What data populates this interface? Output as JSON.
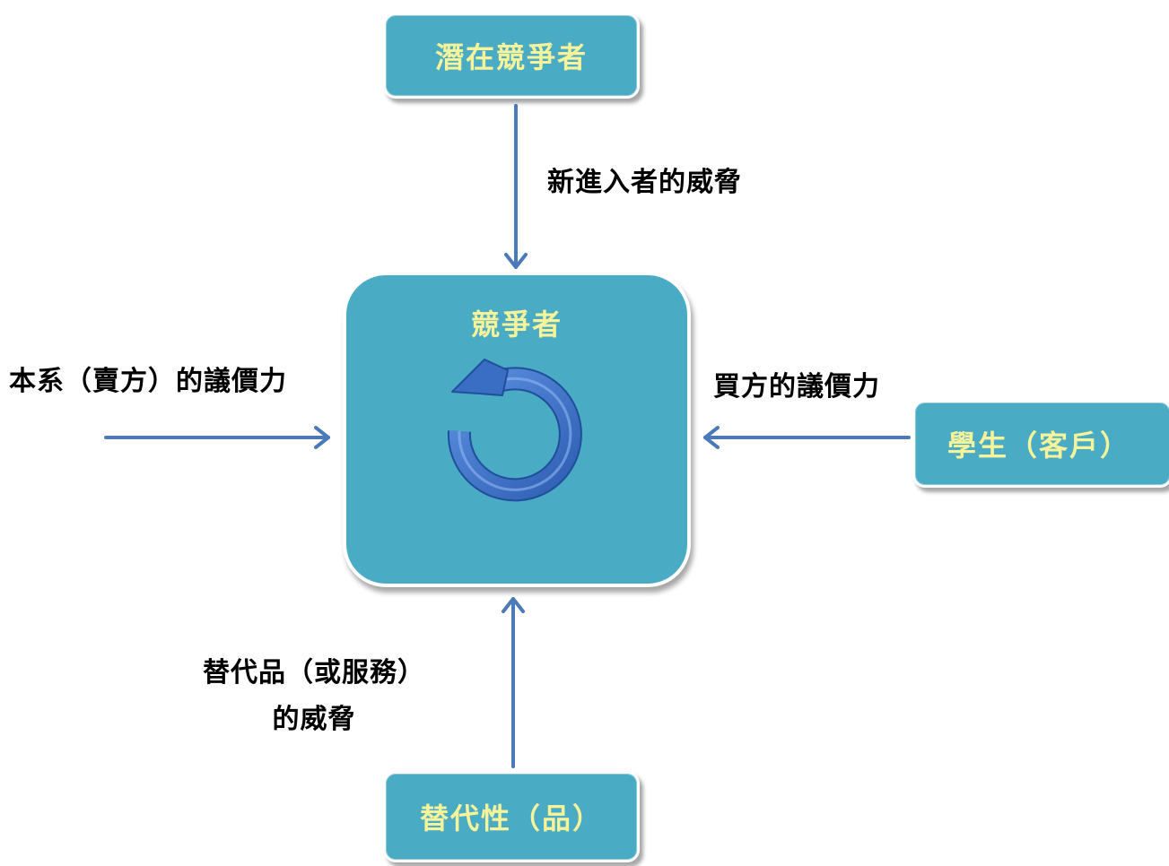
{
  "nodes": {
    "top": "潛在競爭者",
    "center": "競爭者",
    "right": "學生（客戶）",
    "bottom": "替代性（品）"
  },
  "edges": {
    "top": "新進入者的威脅",
    "left": "本系（賣方）的議價力",
    "right": "買方的議價力",
    "bottom_line1": "替代品（或服務）",
    "bottom_line2": "的威脅"
  },
  "colors": {
    "box_fill": "#4aabc5",
    "box_text": "#f7f39a",
    "arrow": "#4a7ab8",
    "icon": "#3f73c6"
  },
  "icons": {
    "center": "rotate-ccw-icon"
  }
}
